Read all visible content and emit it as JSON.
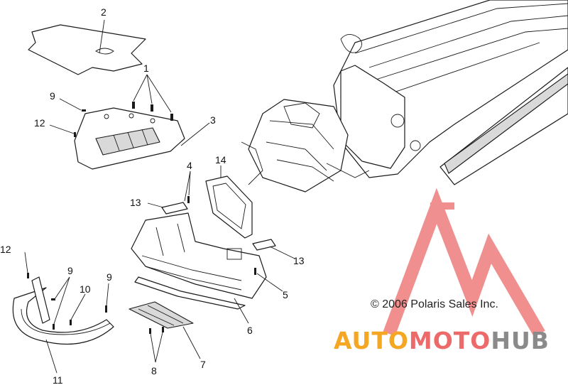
{
  "callouts": [
    {
      "id": "c2",
      "text": "2"
    },
    {
      "id": "c1",
      "text": "1"
    },
    {
      "id": "c9a",
      "text": "9"
    },
    {
      "id": "c12a",
      "text": "12"
    },
    {
      "id": "c3",
      "text": "3"
    },
    {
      "id": "c4",
      "text": "4"
    },
    {
      "id": "c14",
      "text": "14"
    },
    {
      "id": "c13a",
      "text": "13"
    },
    {
      "id": "c13b",
      "text": "13"
    },
    {
      "id": "c5",
      "text": "5"
    },
    {
      "id": "c6",
      "text": "6"
    },
    {
      "id": "c7",
      "text": "7"
    },
    {
      "id": "c8",
      "text": "8"
    },
    {
      "id": "c12b",
      "text": "12"
    },
    {
      "id": "c9b",
      "text": "9"
    },
    {
      "id": "c9c",
      "text": "9"
    },
    {
      "id": "c10",
      "text": "10"
    },
    {
      "id": "c11",
      "text": "11"
    }
  ],
  "copyright": "© 2006 Polaris Sales Inc.",
  "watermark": {
    "part1": "AUTO",
    "part2": "MOTO",
    "part3": "HUB",
    "color_orange": "#f5a623",
    "color_red": "#ec6a6a",
    "color_grey": "#8a8a8a"
  }
}
